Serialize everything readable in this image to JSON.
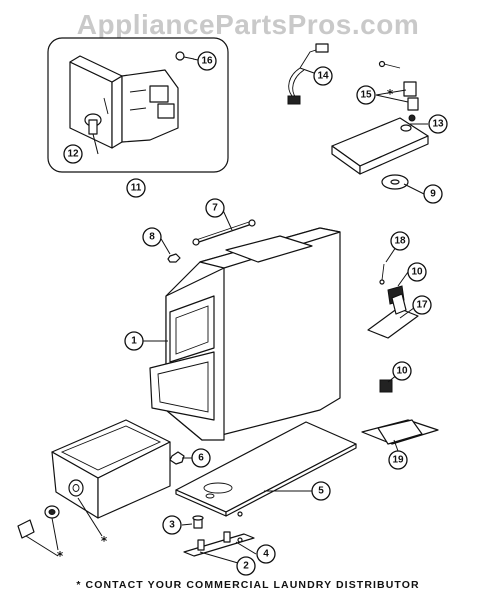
{
  "watermark": "AppliancePartsPros.com",
  "footer_note": "* CONTACT YOUR COMMERCIAL LAUNDRY DISTRIBUTOR",
  "asterisk": "*",
  "callouts": {
    "c1": "1",
    "c2": "2",
    "c3": "3",
    "c4": "4",
    "c5": "5",
    "c6": "6",
    "c7": "7",
    "c8": "8",
    "c9": "9",
    "c10a": "10",
    "c10b": "10",
    "c11": "11",
    "c12": "12",
    "c13": "13",
    "c14": "14",
    "c15": "15",
    "c16": "16",
    "c17": "17",
    "c18": "18",
    "c19": "19"
  }
}
